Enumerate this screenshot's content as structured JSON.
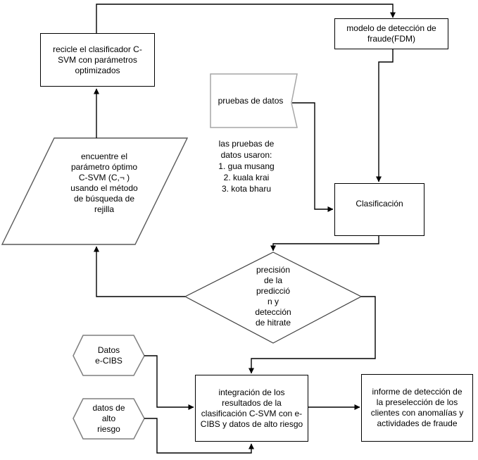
{
  "colors": {
    "background": "#ffffff",
    "rect_border": "#000000",
    "parallelogram_border": "#595959",
    "banner_border": "#a6a6a6",
    "hexagon_border": "#7f7f7f",
    "diamond_border": "#3f3f3f",
    "arrow": "#000000",
    "text": "#000000"
  },
  "nodes": {
    "recycle": {
      "shape": "rectangle",
      "label": "recicle el clasificador C-\nSVM con parámetros\noptimizados"
    },
    "fdm": {
      "shape": "rectangle",
      "label": "modelo de detección de\nfraude(FDM)"
    },
    "test_data": {
      "shape": "banner",
      "label": "pruebas de datos"
    },
    "test_note": {
      "shape": "text",
      "label": "las pruebas de\ndatos usaron:\n1. gua musang\n2. kuala krai\n3. kota bharu"
    },
    "grid_search": {
      "shape": "parallelogram",
      "label": "encuentre el\nparámetro óptimo\nC-SVM (C,¬ )\nusando el método\nde búsqueda de\nrejilla"
    },
    "classification": {
      "shape": "rectangle",
      "label": "Clasificación"
    },
    "decision": {
      "shape": "diamond",
      "label": "precisión\nde la\npredicció\nn y\ndetección\nde hitrate"
    },
    "ecibs": {
      "shape": "hexagon",
      "label": "Datos\ne-CIBS"
    },
    "high_risk": {
      "shape": "hexagon",
      "label": "datos de\nalto\nriesgo"
    },
    "integration": {
      "shape": "rectangle",
      "label": "integración de los\nresultados de la\nclasificación C-SVM con e-\nCIBS y datos de alto riesgo"
    },
    "report": {
      "shape": "rectangle",
      "label": "informe de detección de\nla preselección de los\nclientes con anomalías y\nactividades de fraude"
    }
  },
  "edges": [
    {
      "from": "grid_search",
      "to": "recycle"
    },
    {
      "from": "recycle",
      "to": "fdm"
    },
    {
      "from": "fdm",
      "to": "classification"
    },
    {
      "from": "test_data",
      "to": "classification"
    },
    {
      "from": "classification",
      "to": "decision"
    },
    {
      "from": "decision",
      "to": "grid_search"
    },
    {
      "from": "decision",
      "to": "integration"
    },
    {
      "from": "ecibs",
      "to": "integration"
    },
    {
      "from": "high_risk",
      "to": "integration"
    },
    {
      "from": "integration",
      "to": "report"
    }
  ]
}
